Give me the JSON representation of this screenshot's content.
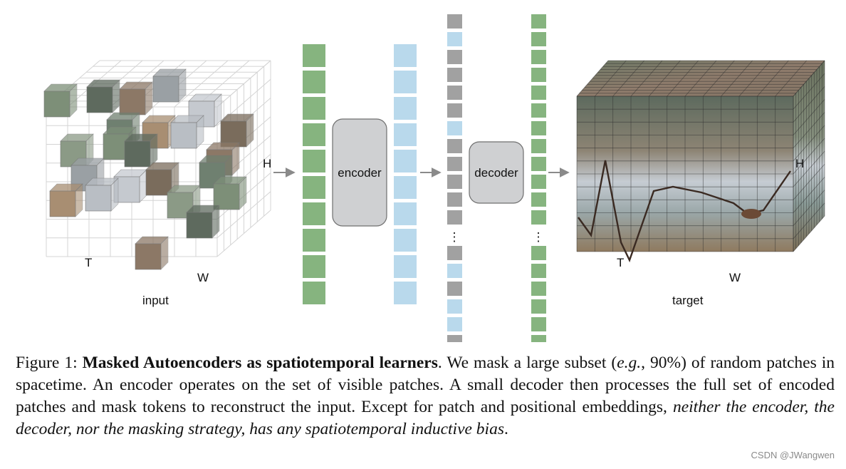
{
  "figure": {
    "input_label": "input",
    "target_label": "target",
    "axis_H": "H",
    "axis_T": "T",
    "axis_W": "W",
    "encoder_label": "encoder",
    "decoder_label": "decoder",
    "ellipsis": "⋮",
    "colors": {
      "visible_token": "#86b47f",
      "encoded_token": "#b9d9ec",
      "mask_token": "#a1a1a1",
      "block": "#cfd0d2",
      "arrow": "#8a8a8a"
    }
  },
  "caption": {
    "figure_num": "Figure 1: ",
    "title_bold": "Masked Autoencoders as spatiotemporal learners",
    "part1": ". We mask a large subset (",
    "eg": "e.g.",
    "part2": ", 90%) of random patches in spacetime. An encoder operates on the set of visible patches. A small decoder then processes the full set of encoded patches and mask tokens to reconstruct the input. Except for patch and positional embeddings, ",
    "italic_part": "neither the encoder, the decoder, nor the masking strategy, has any spatiotemporal inductive bias",
    "end": "."
  },
  "watermark": "CSDN @JWangwen"
}
